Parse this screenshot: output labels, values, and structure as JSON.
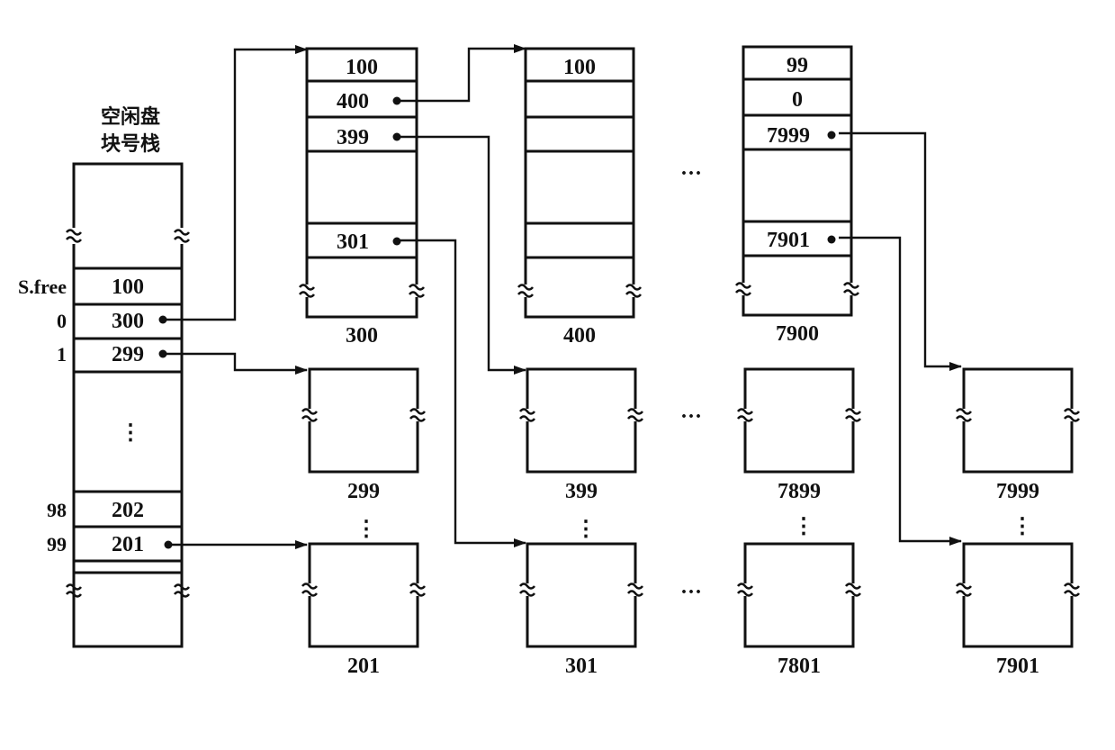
{
  "stack": {
    "title_line1": "空闲盘",
    "title_line2": "块号栈",
    "rows": [
      {
        "index": "S.free",
        "value": "100"
      },
      {
        "index": "0",
        "value": "300",
        "pointer": true
      },
      {
        "index": "1",
        "value": "299",
        "pointer": true
      },
      {
        "index": "98",
        "value": "202"
      },
      {
        "index": "99",
        "value": "201",
        "pointer": true
      }
    ],
    "ellipsis": "⋮"
  },
  "group_blocks": [
    {
      "label": "300",
      "cells": [
        "100",
        "400",
        "399",
        "",
        "301"
      ]
    },
    {
      "label": "400",
      "cells": [
        "100",
        "",
        "",
        "",
        ""
      ]
    },
    {
      "label": "7900",
      "cells": [
        "99",
        "0",
        "7999",
        "",
        "7901"
      ]
    }
  ],
  "data_blocks_row1": [
    "299",
    "399",
    "7899",
    "7999"
  ],
  "data_blocks_row2": [
    "201",
    "301",
    "7801",
    "7901"
  ],
  "ellipsis_h": "···",
  "ellipsis_v": "⋮"
}
